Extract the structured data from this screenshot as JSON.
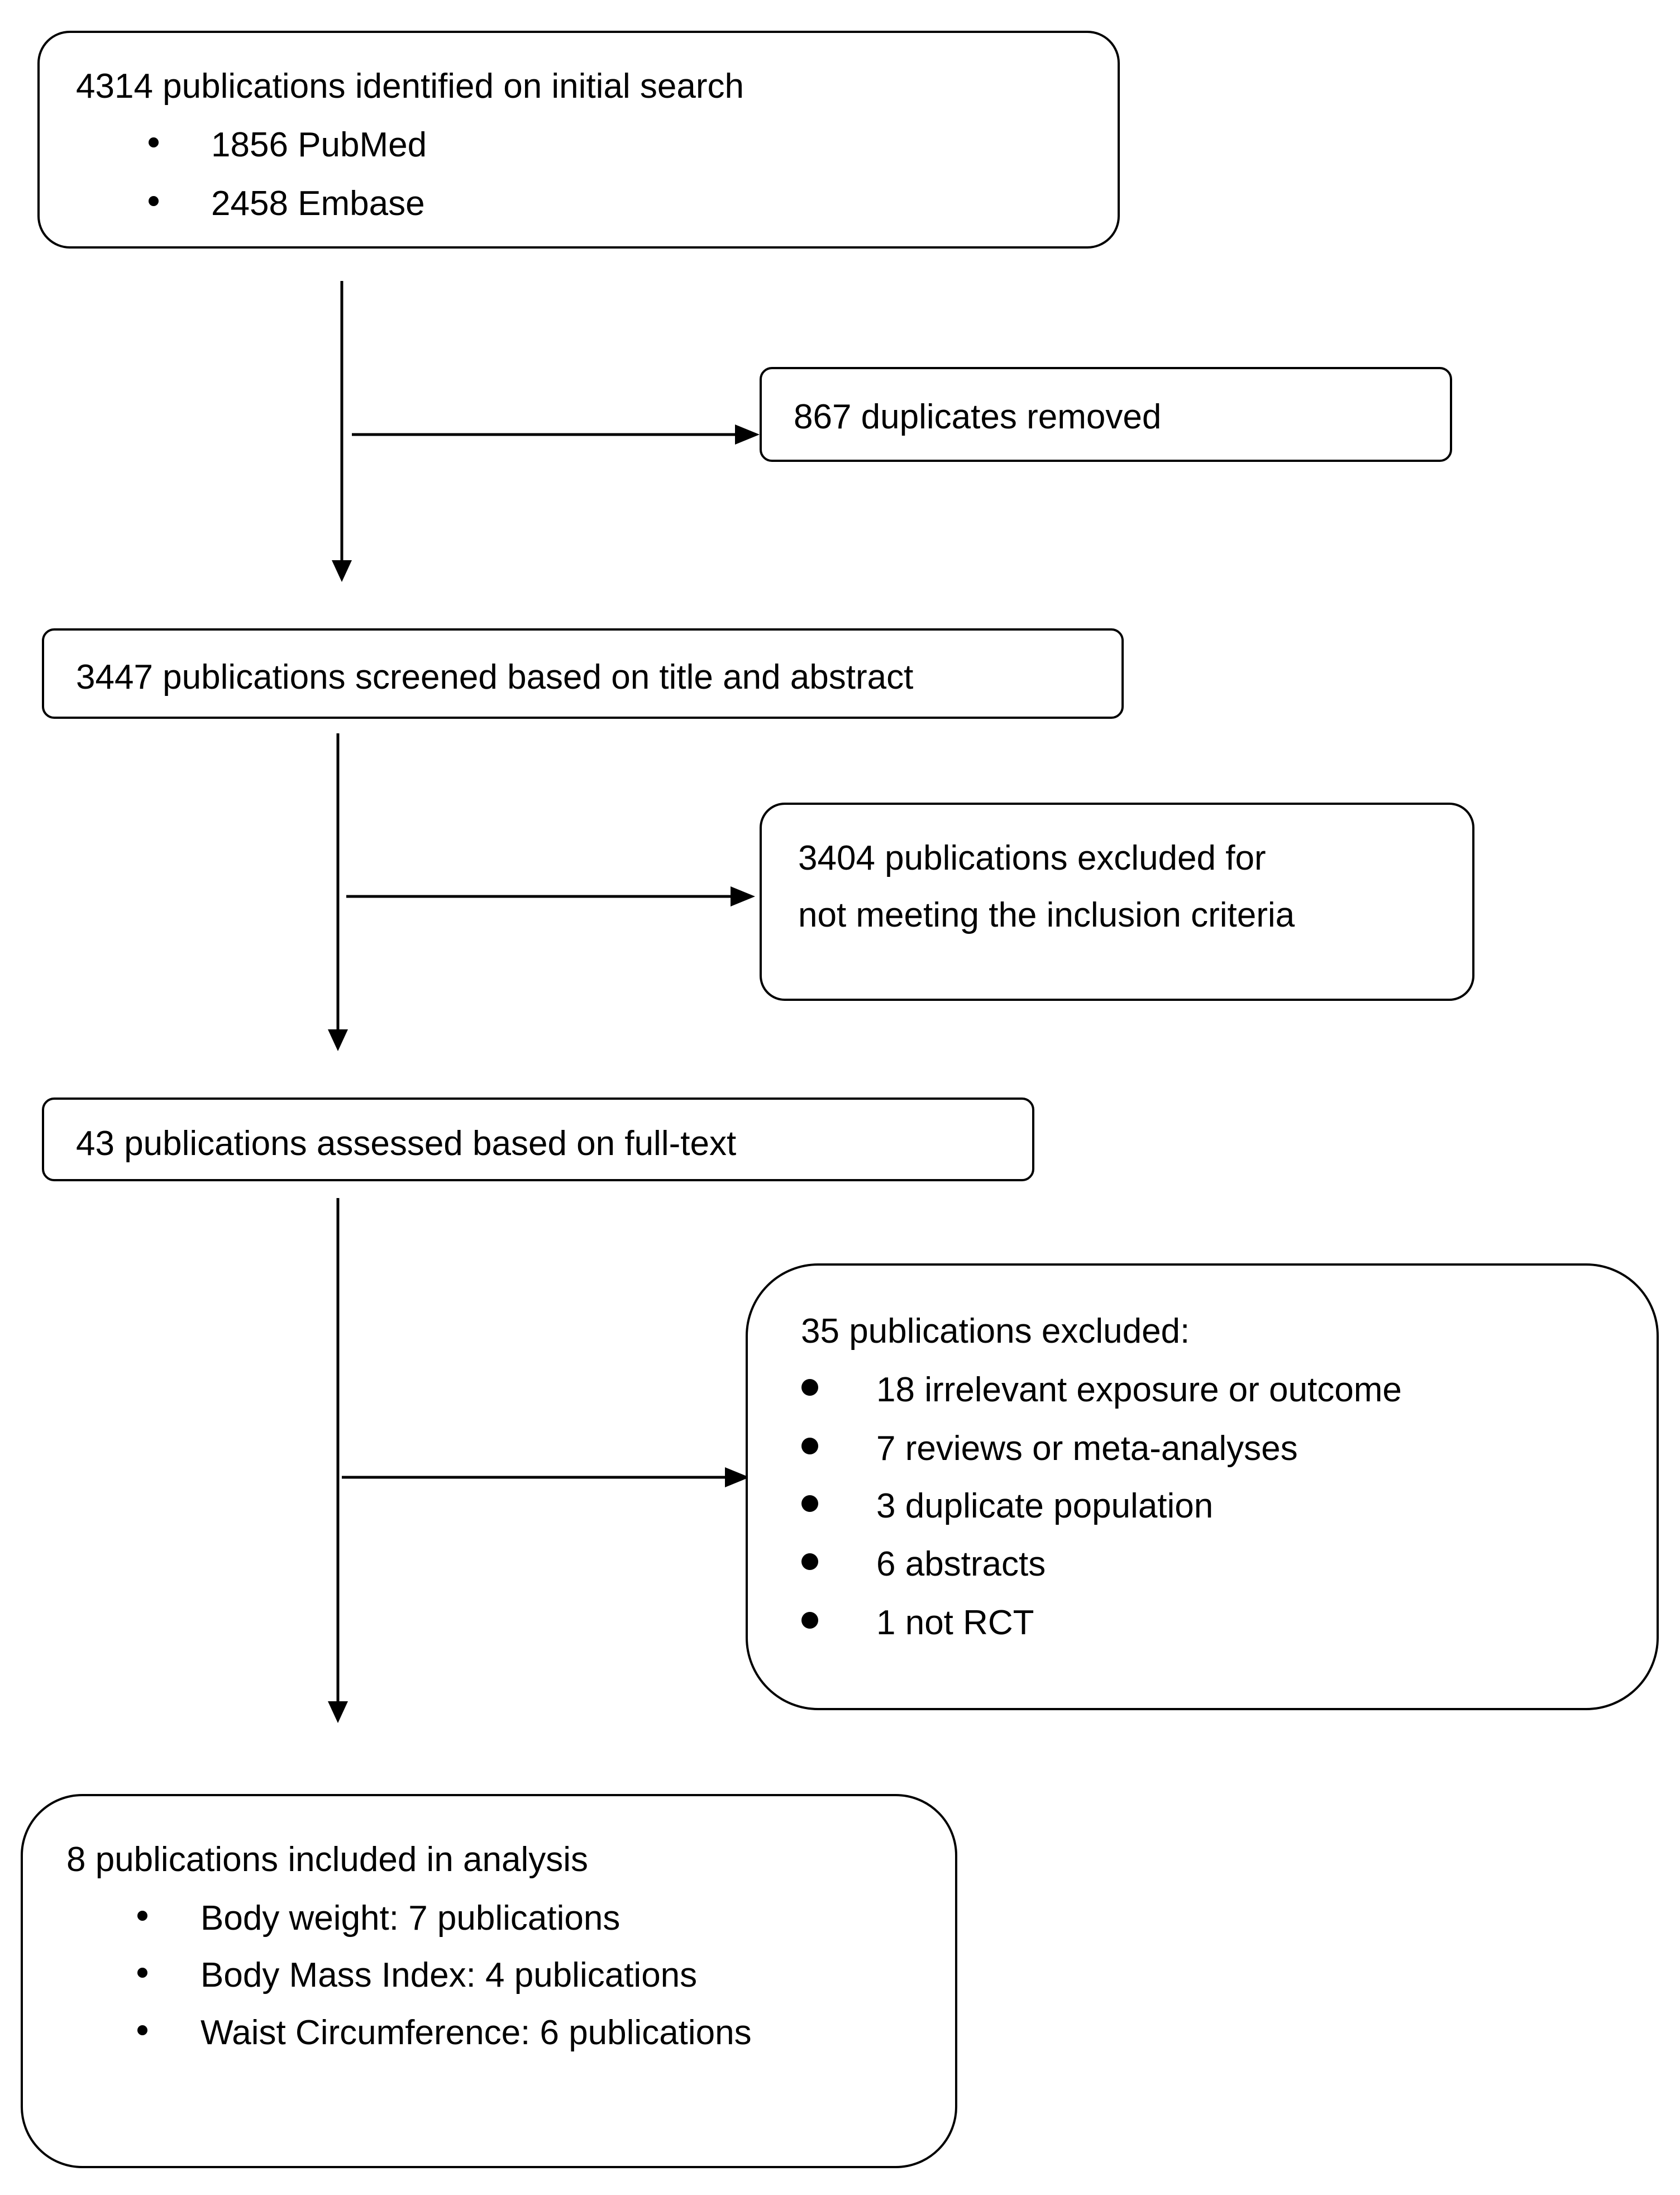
{
  "diagram": {
    "identified": {
      "title": "4314 publications identified on initial search",
      "items": [
        "1856 PubMed",
        "2458 Embase"
      ]
    },
    "duplicates": {
      "text": "867 duplicates removed"
    },
    "screened": {
      "text": "3447 publications screened based on title and abstract"
    },
    "excluded_screen": {
      "lines": [
        "3404 publications excluded for",
        "not meeting the inclusion criteria"
      ]
    },
    "fulltext": {
      "text": "43 publications assessed based on full-text"
    },
    "excluded_fulltext": {
      "title": "35 publications excluded:",
      "items": [
        "18 irrelevant exposure or outcome",
        "7 reviews or meta-analyses",
        "3 duplicate population",
        "6 abstracts",
        "1 not RCT"
      ]
    },
    "included": {
      "title": "8 publications included in analysis",
      "items": [
        "Body weight: 7 publications",
        "Body Mass Index: 4 publications",
        "Waist Circumference: 6 publications"
      ]
    }
  }
}
